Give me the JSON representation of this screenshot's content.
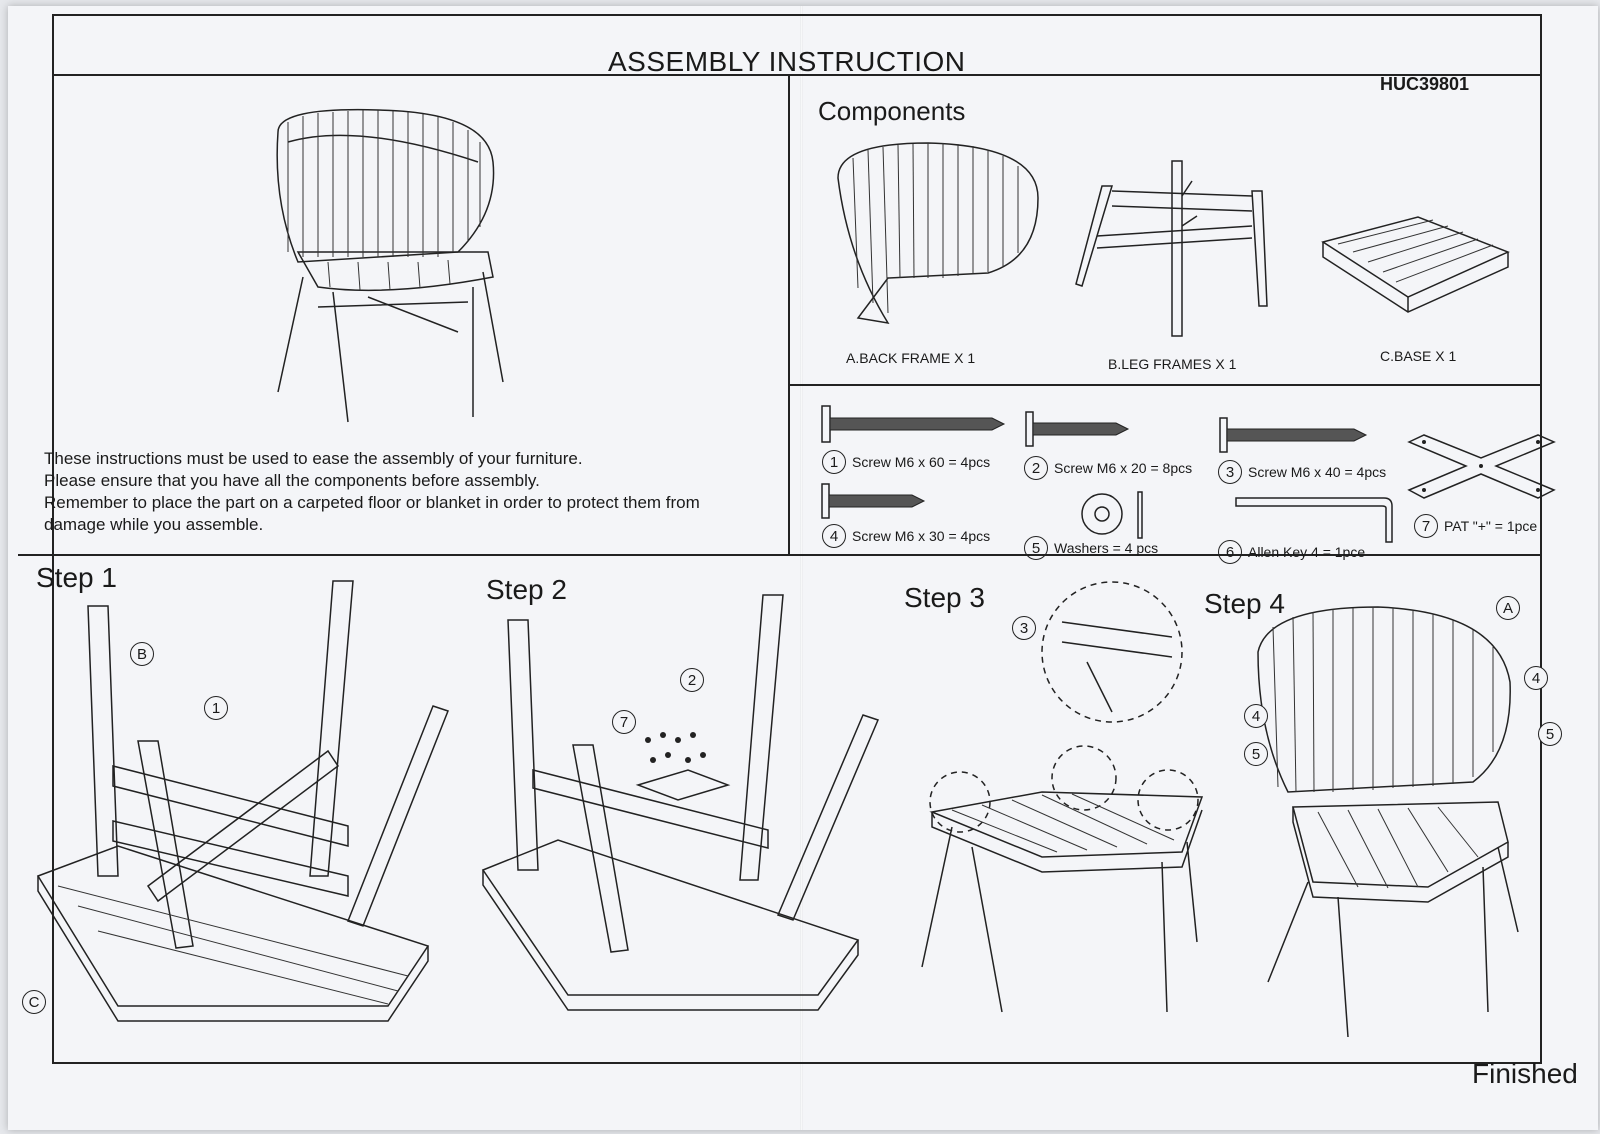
{
  "header": {
    "title": "ASSEMBLY INSTRUCTION",
    "model": "HUC39801"
  },
  "components": {
    "title": "Components",
    "parts": [
      {
        "label": "A.BACK FRAME X 1"
      },
      {
        "label": "B.LEG FRAMES  X 1"
      },
      {
        "label": "C.BASE  X 1"
      }
    ]
  },
  "intro": {
    "lines": [
      "These instructions must be used to ease the  assembly of your furniture.",
      "Please ensure that you have all the components before assembly.",
      "Remember to place the part on a carpeted floor or blanket in order to protect them from",
      "damage while you assemble."
    ]
  },
  "hardware": [
    {
      "num": "1",
      "label": "Screw M6 x 60 = 4pcs"
    },
    {
      "num": "2",
      "label": "Screw M6 x 20 = 8pcs"
    },
    {
      "num": "3",
      "label": "Screw M6 x 40 = 4pcs"
    },
    {
      "num": "4",
      "label": "Screw M6 x 30 = 4pcs"
    },
    {
      "num": "5",
      "label": "Washers = 4 pcs"
    },
    {
      "num": "6",
      "label": "Allen Key 4 = 1pce"
    },
    {
      "num": "7",
      "label": "PAT \"+\" = 1pce"
    }
  ],
  "steps": [
    {
      "title": "Step 1"
    },
    {
      "title": "Step 2"
    },
    {
      "title": "Step 3"
    },
    {
      "title": "Step 4"
    }
  ],
  "callouts": {
    "step1": [
      "B",
      "1",
      "C"
    ],
    "step2": [
      "7",
      "2"
    ],
    "step3": [
      "3"
    ],
    "step4": [
      "A",
      "4",
      "4",
      "5",
      "5"
    ]
  },
  "footer": {
    "finished": "Finished"
  }
}
